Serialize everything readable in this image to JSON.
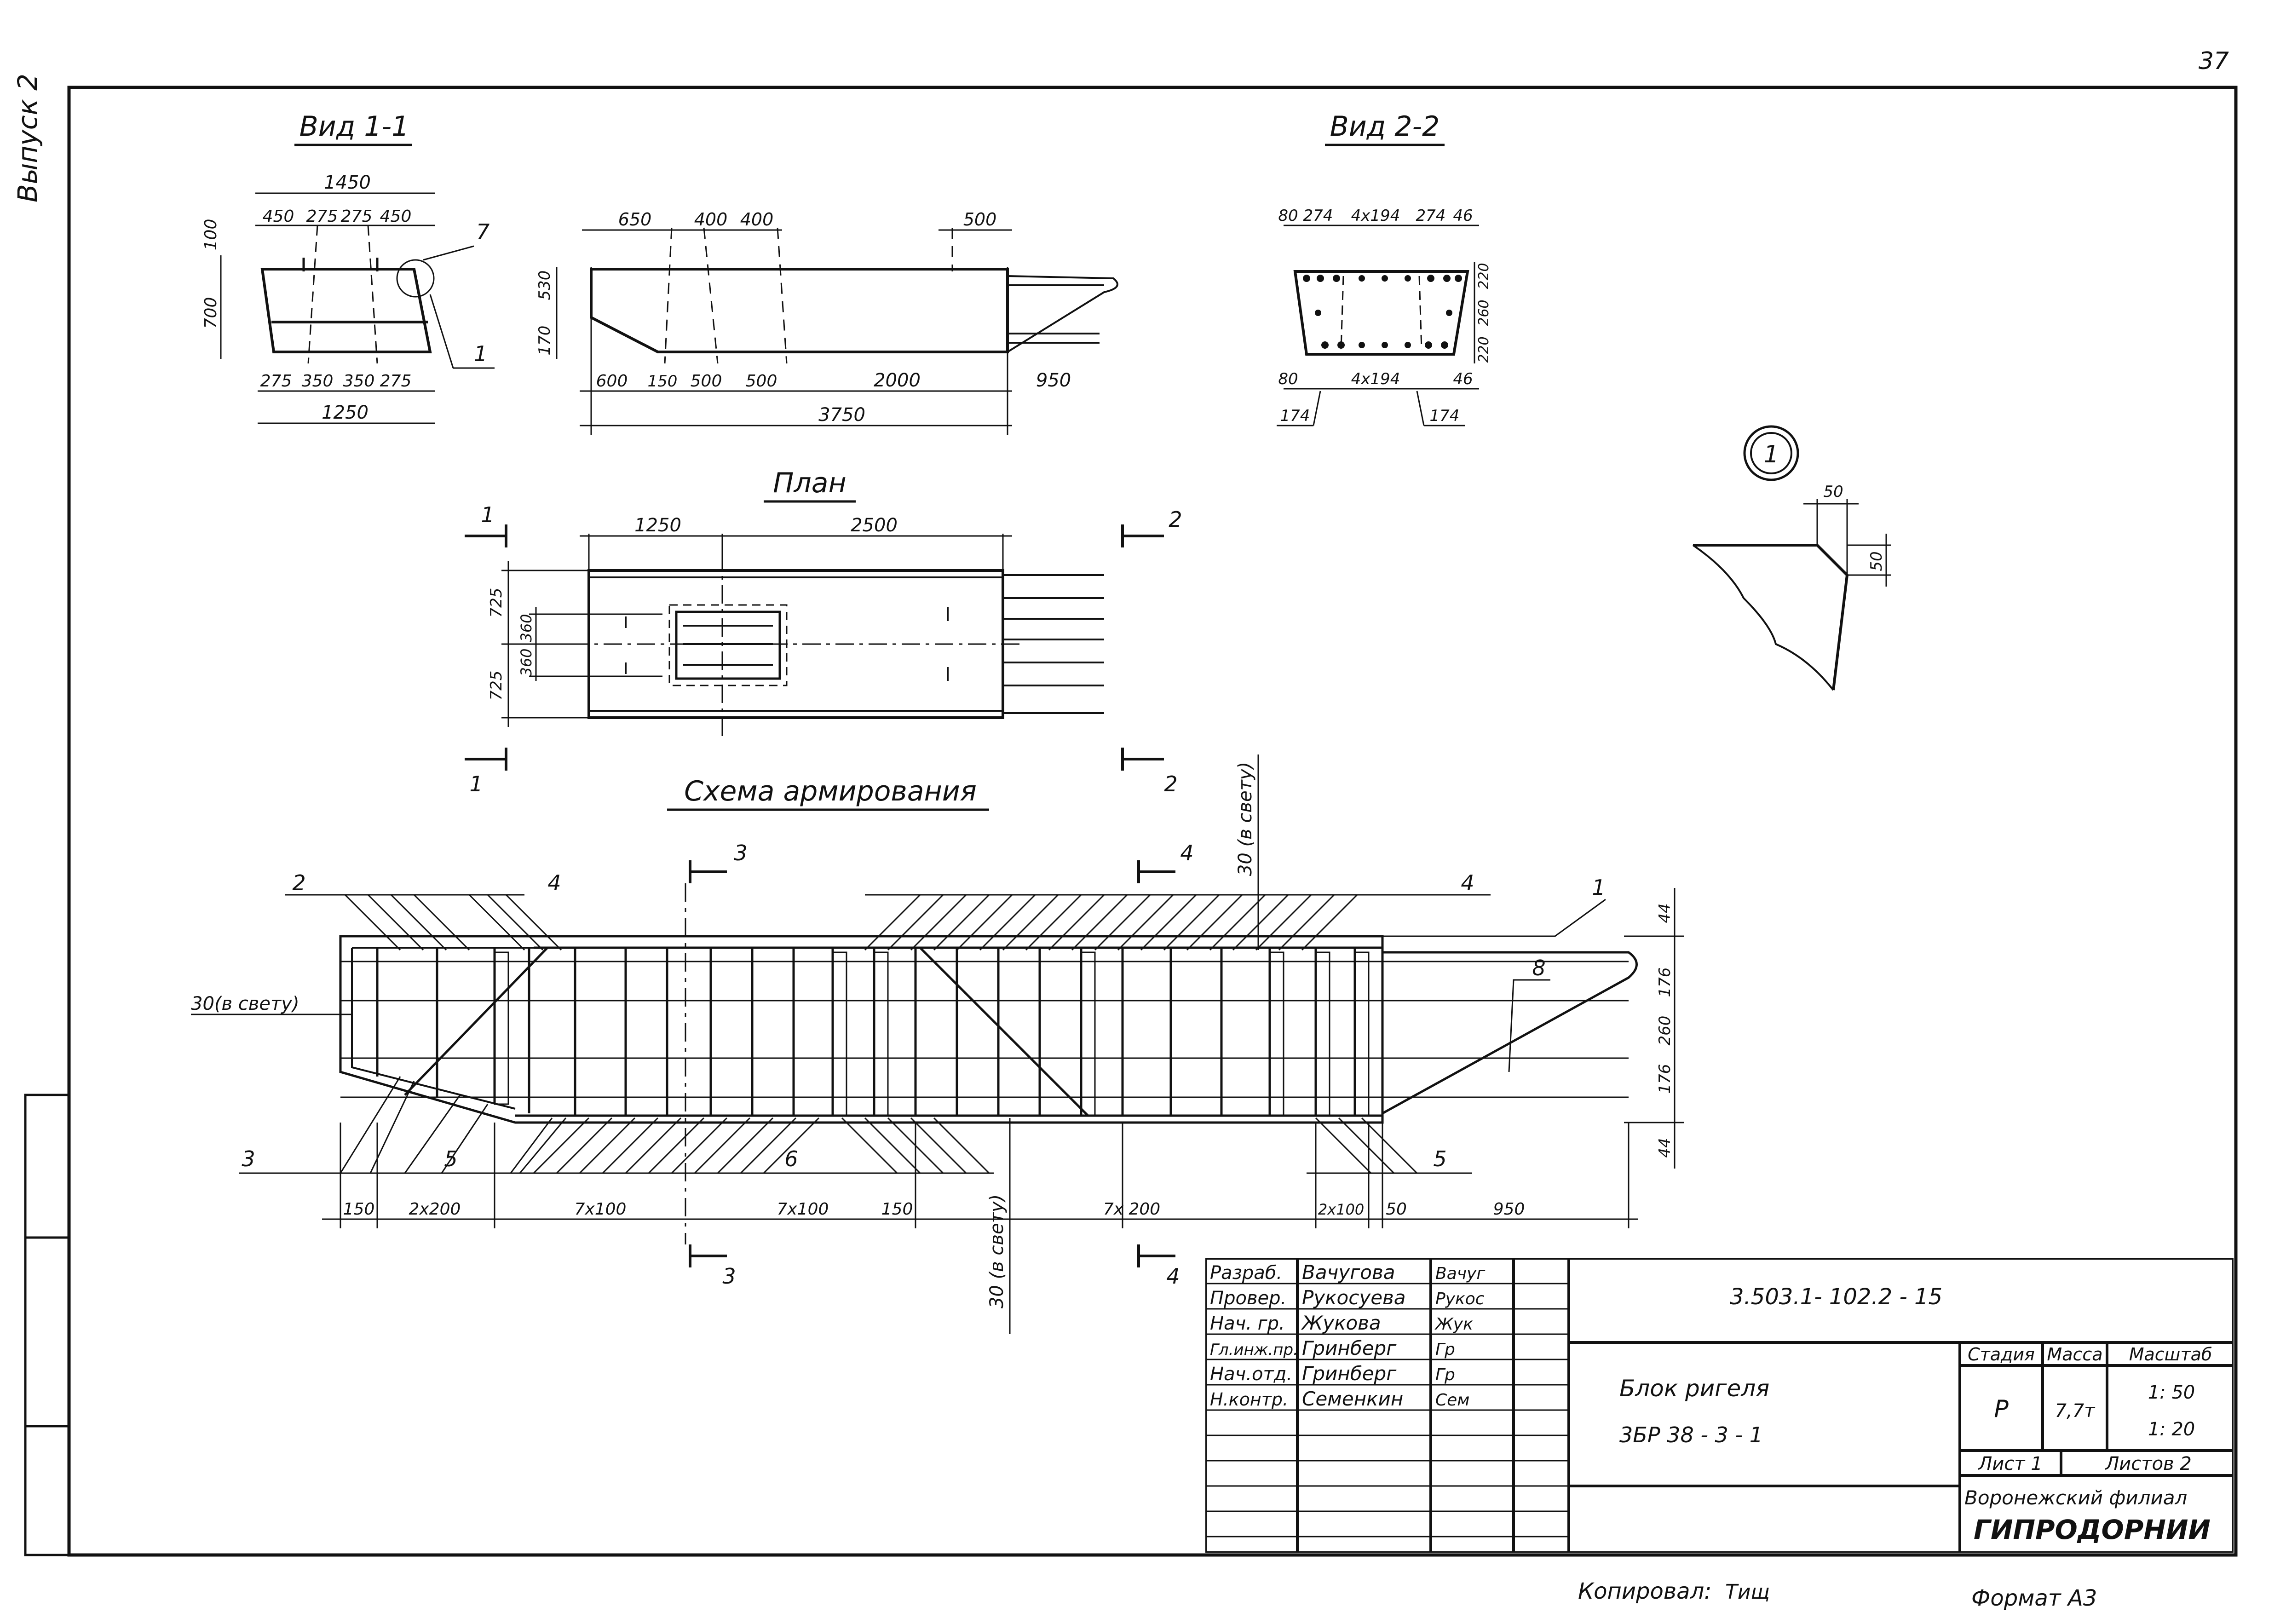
{
  "page_number": "37",
  "side_label": "Выпуск 2",
  "views": {
    "view_1_1": {
      "title": "Вид 1-1",
      "dims_top": [
        "1450",
        "450",
        "275",
        "275",
        "450"
      ],
      "dims_left": [
        "100",
        "700"
      ],
      "dims_bottom": [
        "275",
        "350",
        "350",
        "275"
      ],
      "dim_total_bottom": "1250",
      "callouts": [
        "7",
        "1"
      ]
    },
    "side_view": {
      "dims_top": [
        "650",
        "400",
        "400",
        "500"
      ],
      "dims_left": [
        "530",
        "170"
      ],
      "dims_bottom": [
        "600",
        "150",
        "500",
        "500",
        "2000",
        "950"
      ],
      "dim_total": "3750"
    },
    "view_2_2": {
      "title": "Вид 2-2",
      "dims_top": [
        "80",
        "274",
        "4х194",
        "274",
        "46"
      ],
      "dims_right": [
        "220",
        "260",
        "220"
      ],
      "dims_bottom": [
        "80",
        "4х194",
        "46"
      ],
      "dims_under": [
        "174",
        "174"
      ]
    },
    "detail_1": {
      "marker": "1",
      "dims": [
        "50",
        "50"
      ]
    },
    "plan": {
      "title": "План",
      "dims_top": [
        "1250",
        "2500"
      ],
      "dims_left": [
        "725",
        "360",
        "360",
        "725"
      ],
      "section_marks": [
        "1",
        "1",
        "2",
        "2"
      ]
    },
    "reinforcement": {
      "title": "Схема армирования",
      "callouts": [
        "2",
        "4",
        "4",
        "1",
        "8",
        "3",
        "5",
        "6",
        "5"
      ],
      "section_marks": [
        "3",
        "3",
        "4",
        "4"
      ],
      "note_left": "30(в свету)",
      "note_top": "30 (в свету)",
      "note_bottom": "30 (в свету)",
      "dims_right": [
        "44",
        "176",
        "260",
        "176",
        "44"
      ],
      "dims_bottom": [
        "150",
        "2х200",
        "7х100",
        "7х100",
        "150",
        "7х 200",
        "2х100",
        "50",
        "950"
      ]
    }
  },
  "title_block": {
    "designation": "3.503.1- 102.2 - 15",
    "roles": [
      {
        "role": "Разраб.",
        "name": "Вачугова",
        "sign": "Вачуг"
      },
      {
        "role": "Провер.",
        "name": "Рукосуева",
        "sign": "Рукос"
      },
      {
        "role": "Нач. гр.",
        "name": "Жукова",
        "sign": "Жук"
      },
      {
        "role": "Гл.инж.пр.",
        "name": "Гринберг",
        "sign": "Гр"
      },
      {
        "role": "Нач.отд.",
        "name": "Гринберг",
        "sign": "Гр"
      },
      {
        "role": "Н.контр.",
        "name": "Семенкин",
        "sign": "Сем"
      }
    ],
    "name_line1": "Блок ригеля",
    "name_line2": "3БР 38 - 3 - 1",
    "stage_header": "Стадия",
    "mass_header": "Масса",
    "scale_header": "Масштаб",
    "stage": "Р",
    "mass": "7,7т",
    "scale1": "1: 50",
    "scale2": "1: 20",
    "sheet": "Лист 1",
    "sheets": "Листов 2",
    "org1": "Воронежский филиал",
    "org2": "ГИПРОДОРНИИ"
  },
  "footer": {
    "copied": "Копировал:",
    "copied_sign": "Тищ",
    "format": "Формат А3"
  }
}
